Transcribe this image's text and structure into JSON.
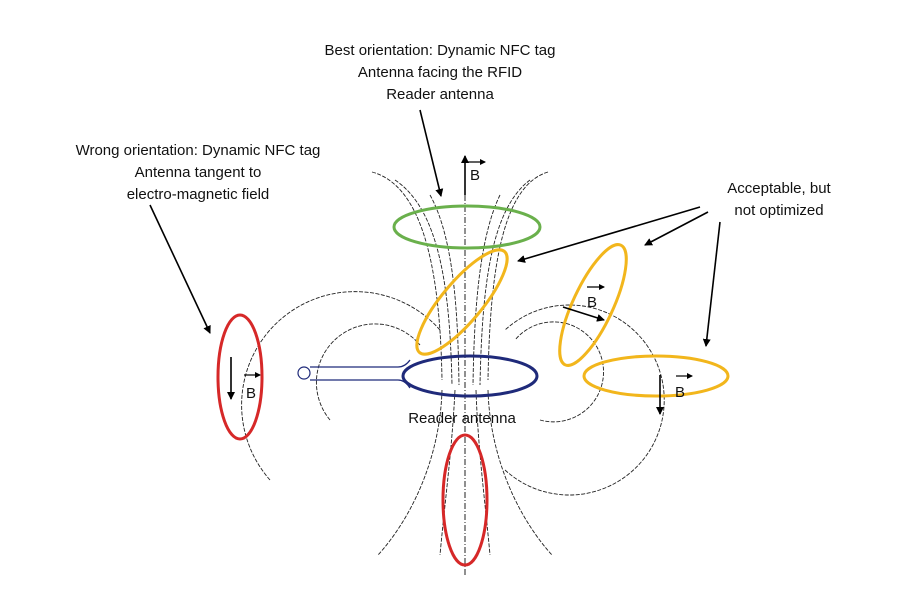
{
  "labels": {
    "best": [
      "Best orientation: Dynamic NFC tag",
      "Antenna facing the RFID",
      "Reader antenna"
    ],
    "wrong": [
      "Wrong orientation: Dynamic NFC tag",
      "Antenna tangent to",
      "electro-magnetic field"
    ],
    "acceptable": [
      "Acceptable, but",
      "not optimized"
    ],
    "reader": "Reader antenna",
    "b_symbol": "B"
  },
  "colors": {
    "best_tag": "#6ab04c",
    "wrong_tag": "#d62828",
    "acceptable_tag": "#f2b61c",
    "reader": "#1f2a7a"
  }
}
